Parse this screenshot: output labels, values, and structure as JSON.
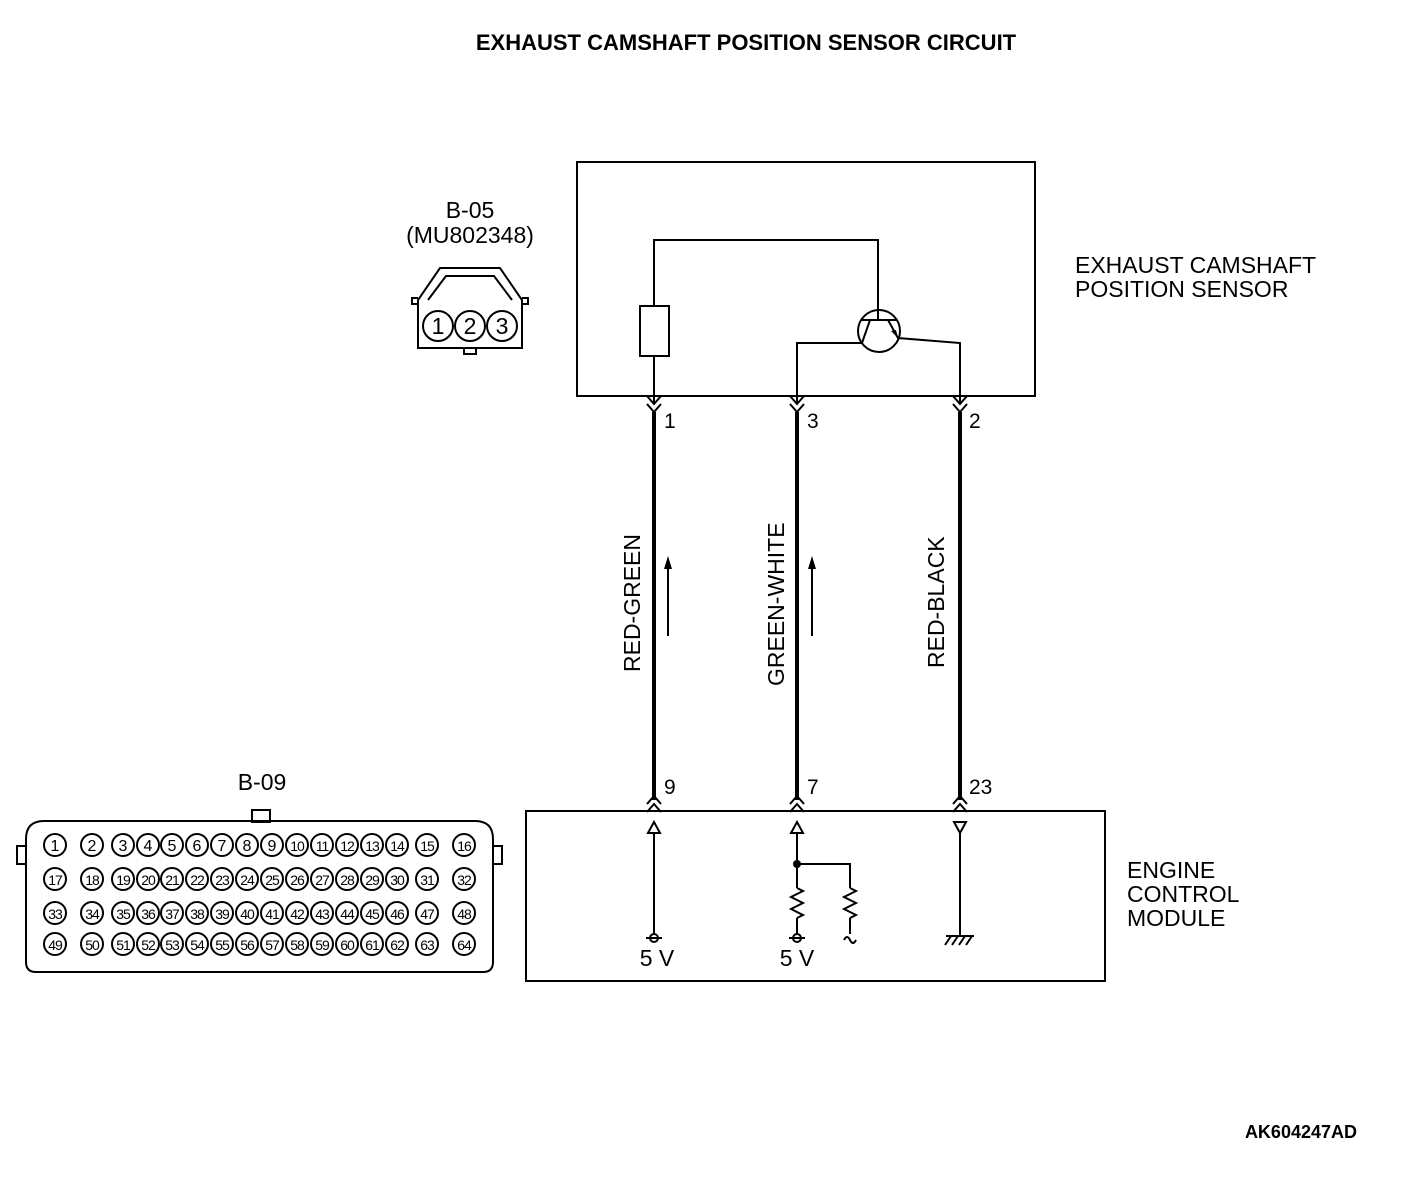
{
  "title": "EXHAUST CAMSHAFT POSITION SENSOR CIRCUIT",
  "sensor_connector": {
    "id": "B-05",
    "part": "(MU802348)",
    "pins": [
      "1",
      "2",
      "3"
    ]
  },
  "sensor": {
    "line1": "EXHAUST CAMSHAFT",
    "line2": "POSITION SENSOR"
  },
  "wires": [
    {
      "color": "RED-GREEN",
      "sensor_pin": "1",
      "ecm_pin": "9",
      "arrow": true
    },
    {
      "color": "GREEN-WHITE",
      "sensor_pin": "3",
      "ecm_pin": "7",
      "arrow": true
    },
    {
      "color": "RED-BLACK",
      "sensor_pin": "2",
      "ecm_pin": "23",
      "arrow": false
    }
  ],
  "ecm": {
    "line1": "ENGINE",
    "line2": "CONTROL",
    "line3": "MODULE",
    "supply_1": "5 V",
    "supply_2": "5 V"
  },
  "ecm_connector": {
    "id": "B-09",
    "rows": [
      [
        "1",
        "2",
        "3",
        "4",
        "5",
        "6",
        "7",
        "8",
        "9",
        "10",
        "11",
        "12",
        "13",
        "14",
        "15",
        "16"
      ],
      [
        "17",
        "18",
        "19",
        "20",
        "21",
        "22",
        "23",
        "24",
        "25",
        "26",
        "27",
        "28",
        "29",
        "30",
        "31",
        "32"
      ],
      [
        "33",
        "34",
        "35",
        "36",
        "37",
        "38",
        "39",
        "40",
        "41",
        "42",
        "43",
        "44",
        "45",
        "46",
        "47",
        "48"
      ],
      [
        "49",
        "50",
        "51",
        "52",
        "53",
        "54",
        "55",
        "56",
        "57",
        "58",
        "59",
        "60",
        "61",
        "62",
        "63",
        "64"
      ]
    ]
  },
  "figure_code": "AK604247AD"
}
